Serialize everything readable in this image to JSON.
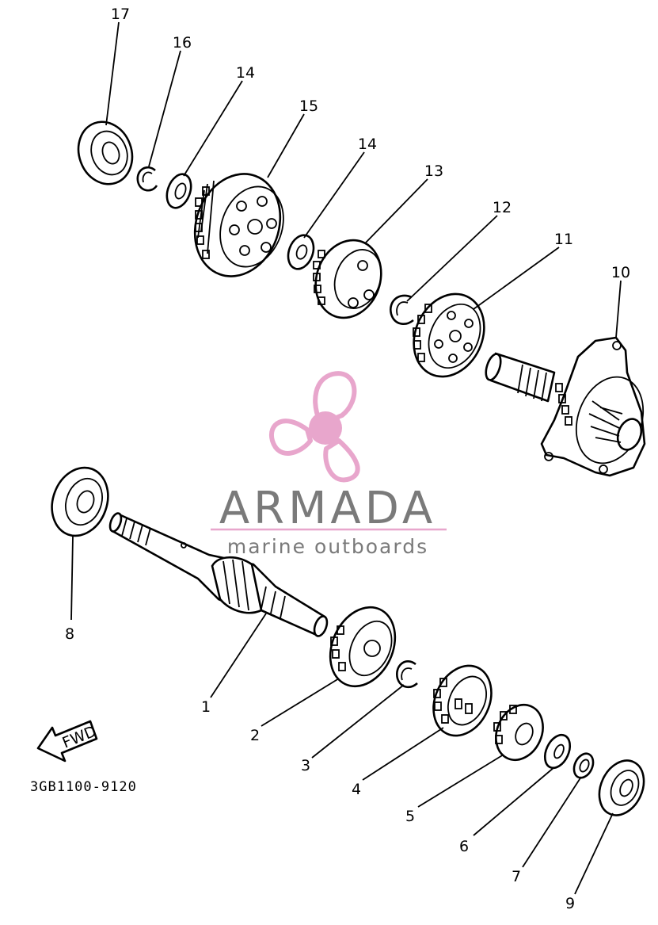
{
  "diagram": {
    "part_code": "3GB1100-9120",
    "fwd_label": "FWD",
    "callouts": [
      "17",
      "16",
      "14",
      "15",
      "14",
      "13",
      "12",
      "11",
      "10",
      "8",
      "1",
      "2",
      "3",
      "4",
      "5",
      "6",
      "7",
      "9"
    ]
  },
  "watermark": {
    "brand": "ARMADA",
    "tagline": "marine outboards",
    "text_color": "#7a7a7a",
    "logo_color": "#e8a6cc"
  }
}
